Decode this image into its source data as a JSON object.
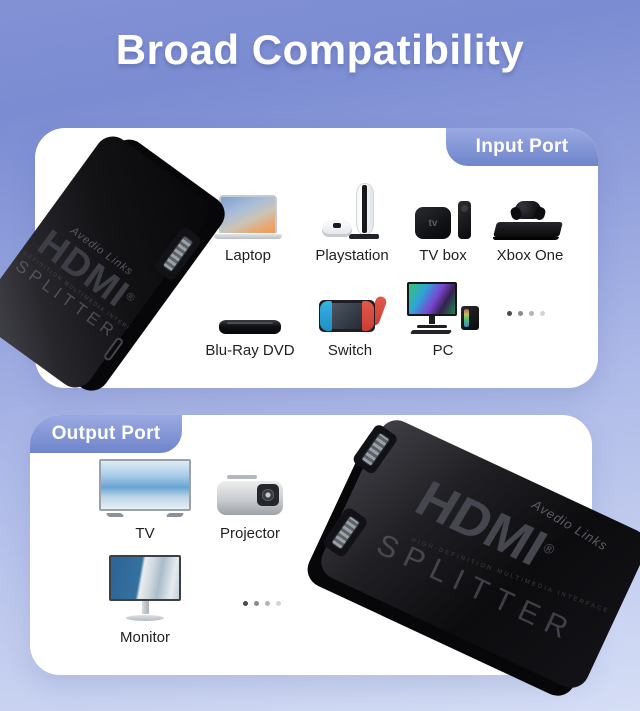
{
  "title": "Broad Compatibility",
  "colors": {
    "background_top": "#7b8cd2",
    "background_bottom": "#d5def5",
    "badge_accent": "#7288cd",
    "card": "#ffffff",
    "label_text": "#1f1f22"
  },
  "input_card": {
    "badge_label": "Input Port",
    "row1": [
      {
        "label": "Laptop"
      },
      {
        "label": "Playstation"
      },
      {
        "label": "TV box"
      },
      {
        "label": "Xbox One"
      }
    ],
    "row2": [
      {
        "label": "Blu-Ray DVD"
      },
      {
        "label": "Switch"
      },
      {
        "label": "PC"
      }
    ],
    "tvbox_logo": "tv",
    "more_indicator": "four-fading-dots"
  },
  "output_card": {
    "badge_label": "Output Port",
    "row1": [
      {
        "label": "TV"
      },
      {
        "label": "Projector"
      }
    ],
    "row2": [
      {
        "label": "Monitor"
      }
    ],
    "more_indicator": "four-fading-dots"
  },
  "product": {
    "brand": "Avedio Links",
    "logo": "HDMI",
    "registered_mark": "®",
    "logo_sub": "SPLITTER",
    "logo_tagline": "HIGH-DEFINITION MULTIMEDIA INTERFACE"
  }
}
